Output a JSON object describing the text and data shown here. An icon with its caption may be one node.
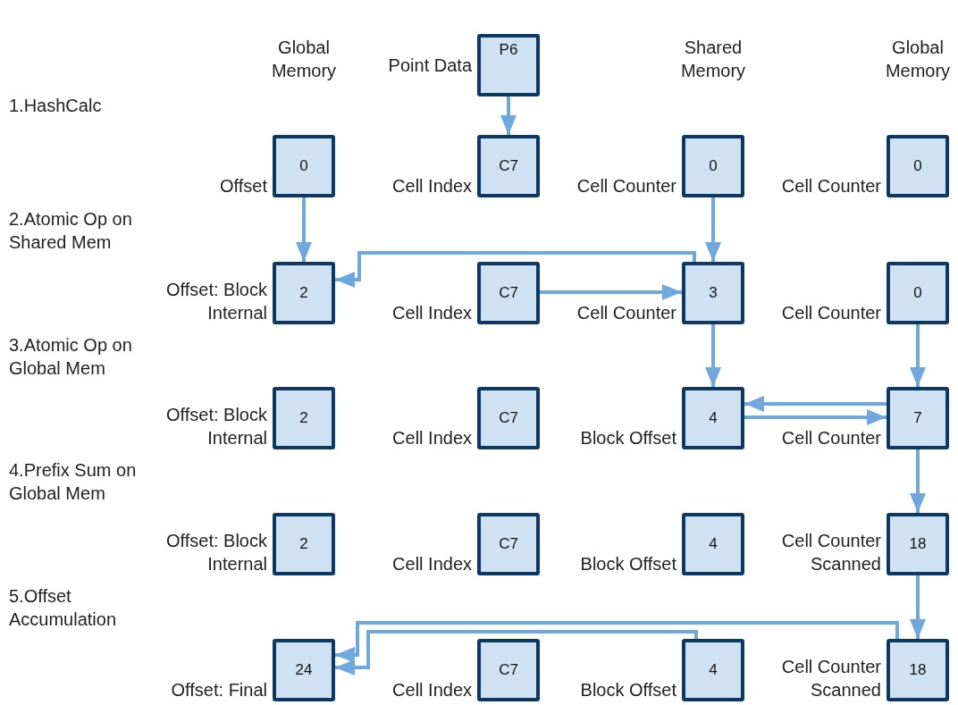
{
  "diagram": {
    "nodes": [
      {
        "text": [
          "P6"
        ],
        "beside": [
          "Point Data"
        ]
      },
      {
        "text": [
          "0"
        ],
        "beside": [
          "Offset"
        ]
      },
      {
        "text": [
          "C7"
        ],
        "beside": [
          "Cell Index"
        ]
      },
      {
        "text": [
          "0"
        ],
        "beside": [
          "Cell Counter"
        ]
      },
      {
        "text": [
          "0"
        ],
        "beside": [
          "Cell Counter"
        ]
      },
      {
        "text": [
          "2"
        ],
        "beside": [
          "Offset: Block Internal"
        ]
      },
      {
        "text": [
          "C7"
        ],
        "beside": [
          "Cell Index"
        ]
      },
      {
        "text": [
          "3"
        ],
        "beside": [
          "Cell Counter"
        ]
      },
      {
        "text": [
          "0"
        ],
        "beside": [
          "Cell Counter"
        ]
      },
      {
        "text": [
          "2"
        ],
        "beside": [
          "Offset: Block Internal"
        ]
      },
      {
        "text": [
          "C7"
        ],
        "beside": [
          "Cell Index"
        ]
      },
      {
        "text": [
          "4"
        ],
        "beside": [
          "Block Offset"
        ]
      },
      {
        "text": [
          "7"
        ],
        "beside": [
          "Cell Counter"
        ]
      },
      {
        "text": [
          "2"
        ],
        "beside": [
          "Offset: Block Internal"
        ]
      },
      {
        "text": [
          "C7"
        ],
        "beside": [
          "Cell Index"
        ]
      },
      {
        "text": [
          "4"
        ],
        "beside": [
          "Block Offset"
        ]
      },
      {
        "text": [
          "18"
        ],
        "beside": [
          "Cell Counter Scanned"
        ]
      },
      {
        "text": [
          "24"
        ],
        "beside": [
          "Offset: Final"
        ]
      },
      {
        "text": [
          "C7"
        ],
        "beside": [
          "Cell Index"
        ]
      },
      {
        "text": [
          "4"
        ],
        "beside": [
          "Block Offset"
        ]
      },
      {
        "text": [
          "18"
        ],
        "beside": [
          "Cell Counter Scanned"
        ]
      }
    ],
    "edges": [
      {
        "from": 0,
        "to": 2,
        "arrow": "to"
      },
      {
        "from": 1,
        "to": 5,
        "arrow": "to"
      },
      {
        "from": 3,
        "to": 7,
        "arrow": "to"
      },
      {
        "from": 7,
        "to": 5,
        "arrow": "to"
      },
      {
        "from": 6,
        "to": 7,
        "arrow": "to"
      },
      {
        "from": 7,
        "to": 11,
        "arrow": "to"
      },
      {
        "from": 8,
        "to": 12,
        "arrow": "to"
      },
      {
        "from": 12,
        "to": 11,
        "arrow": "to"
      },
      {
        "from": 11,
        "to": 12,
        "arrow": "to"
      },
      {
        "from": 12,
        "to": 16,
        "arrow": "to"
      },
      {
        "from": 16,
        "to": 20,
        "arrow": "to"
      },
      {
        "from": 20,
        "to": 17,
        "arrow": "to"
      },
      {
        "from": 19,
        "to": 17,
        "arrow": "to"
      }
    ],
    "labels": [
      "Global Memory",
      "Shared Memory",
      "Global Memory",
      "1.HashCalc",
      "2.Atomic Op on Shared Mem",
      "3.Atomic Op on Global Mem",
      "4.Prefix Sum on Global Mem",
      "5.Offset Accumulation"
    ]
  }
}
